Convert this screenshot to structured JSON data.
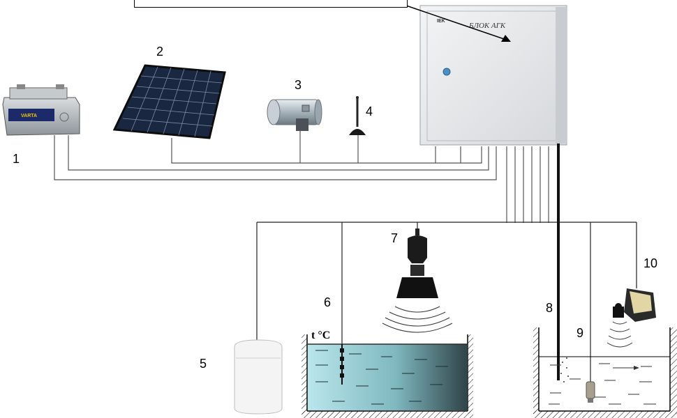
{
  "labels": {
    "n1": "1",
    "n2": "2",
    "n3": "3",
    "n4": "4",
    "n5": "5",
    "n6": "6",
    "n7": "7",
    "n8": "8",
    "n9": "9",
    "n10": "10"
  },
  "control_box_title": "БЛОК АГК",
  "control_box_brand": "IEK",
  "battery_brand": "VARTA",
  "temperature_label": "t °C"
}
